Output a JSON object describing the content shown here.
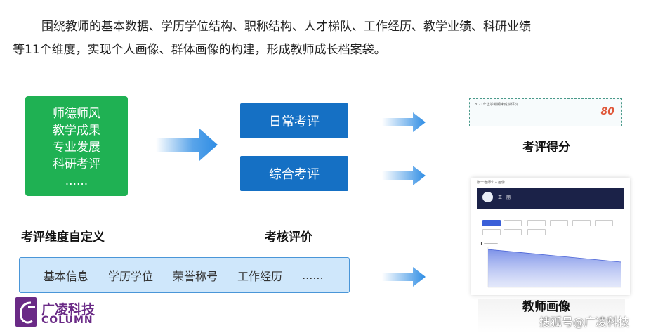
{
  "intro": {
    "line1": "围绕教师的基本数据、学历学位结构、职称结构、人才梯队、工作经历、教学业绩、科研业绩",
    "line2": "等11个维度，实现个人画像、群体画像的构建，形成教师成长档案袋。"
  },
  "dimensions_box": {
    "items": [
      "师德师风",
      "教学成果",
      "专业发展",
      "科研考评",
      "......"
    ]
  },
  "labels": {
    "custom_dimensions": "考评维度自定义",
    "assessment": "考核评价",
    "score": "考评得分",
    "portrait": "教师画像"
  },
  "evaluations": {
    "daily": "日常考评",
    "comprehensive": "综合考评"
  },
  "info_bar": {
    "items": [
      "基本信息",
      "学历学位",
      "荣誉称号",
      "工作经历",
      "......"
    ]
  },
  "score_card": {
    "title": "2021年上学期期末成绩评价",
    "score": "80"
  },
  "portrait_card": {
    "title": "张一老师个人画像",
    "name": "王一丽"
  },
  "logo": {
    "name": "广凌科技",
    "sub": "COLUMN"
  },
  "watermark": "搜狐号@广凌科技",
  "colors": {
    "green": "#1fb153",
    "blue": "#1570c4",
    "arrow": "#2f8de4",
    "logo": "#6a2a86"
  }
}
